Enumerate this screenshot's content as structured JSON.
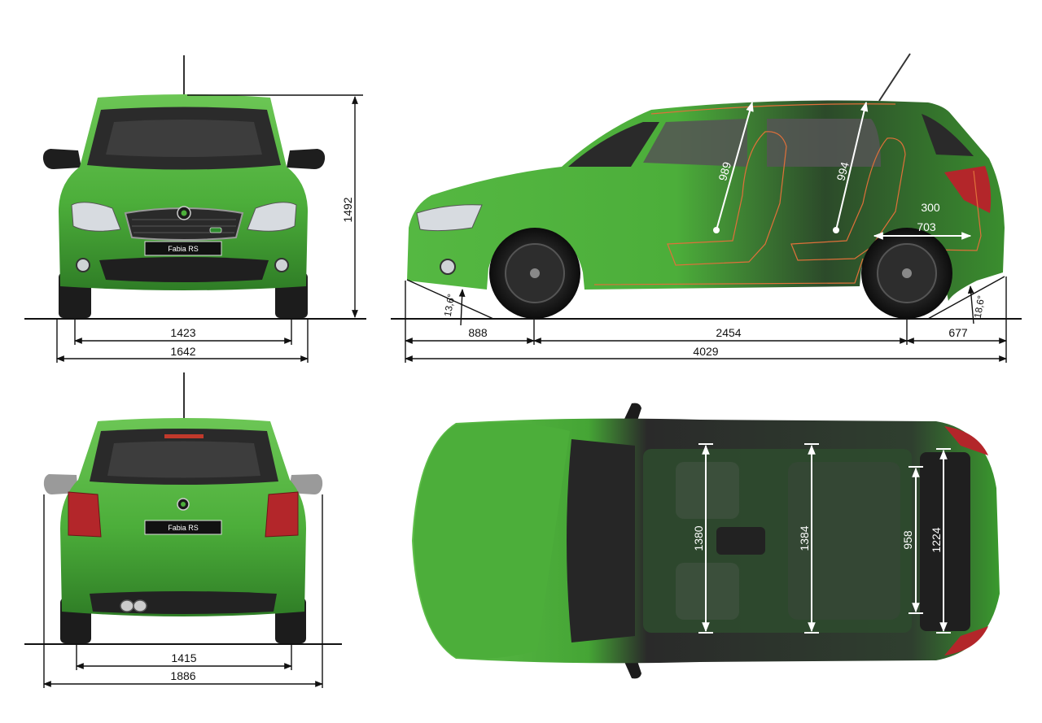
{
  "colors": {
    "body": "#4cae3a",
    "body_dark": "#2f7d26",
    "body_light": "#6cc655",
    "tyre": "#1c1c1c",
    "dimension_lines": "#111111"
  },
  "front_view": {
    "plate_text": "Fabia RS",
    "height": "1492",
    "front_track": "1423",
    "width": "1642"
  },
  "rear_view": {
    "plate_text": "Fabia RS",
    "rear_track": "1415",
    "width_with_mirrors": "1886"
  },
  "side_view": {
    "front_headroom": "989",
    "rear_headroom": "994",
    "boot_height": "300",
    "boot_length": "703",
    "approach_angle": "13,6°",
    "departure_angle": "18,6°",
    "front_overhang": "888",
    "wheelbase": "2454",
    "rear_overhang": "677",
    "overall_length": "4029"
  },
  "top_view": {
    "front_interior_width": "1380",
    "rear_interior_width": "1384",
    "boot_width_between_arches": "958",
    "boot_width": "1224"
  },
  "icons": [
    "antenna-icon",
    "skoda-logo-icon",
    "rs-badge-icon",
    "exhaust-icon"
  ]
}
